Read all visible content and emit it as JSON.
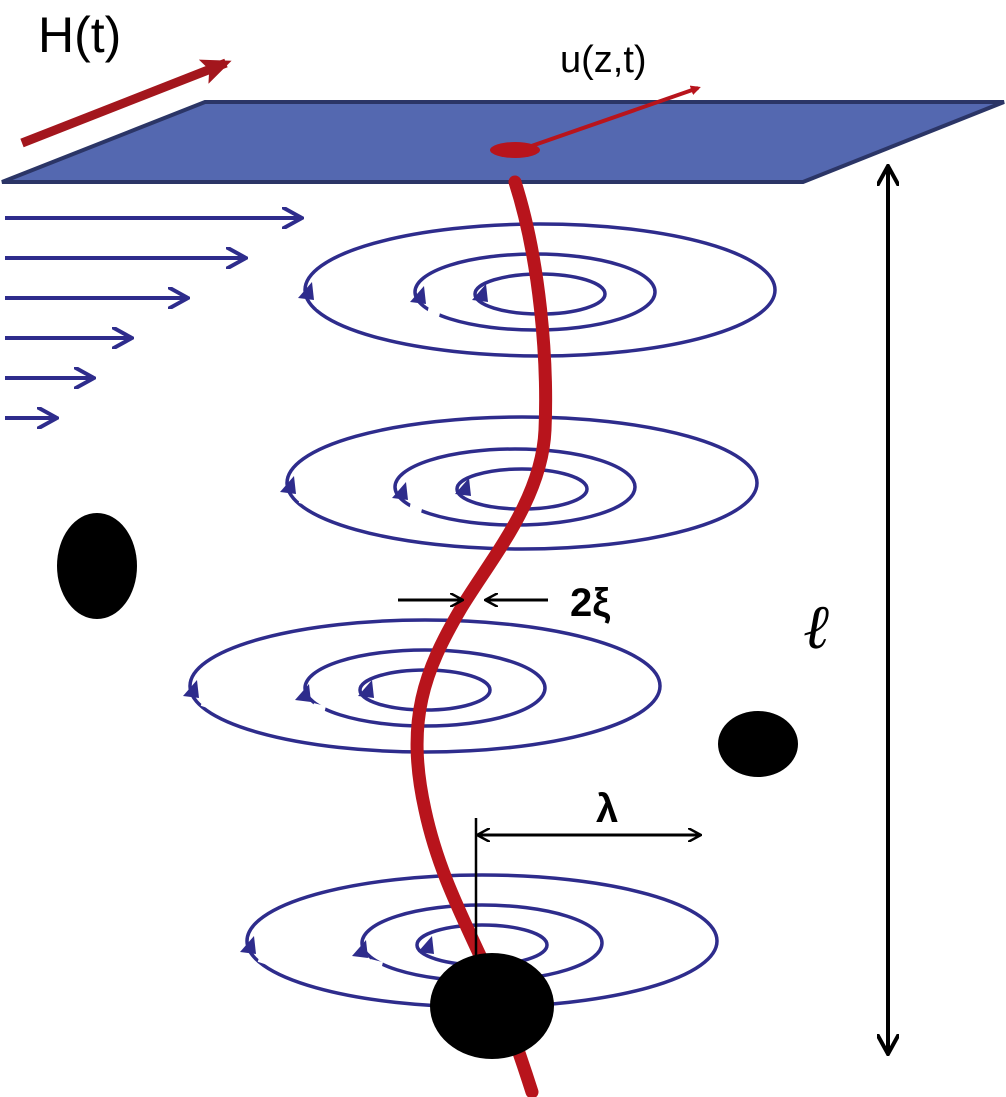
{
  "labels": {
    "field": "H(t)",
    "displacement": "u(z,t)",
    "core_width": "2ξ",
    "penetration_depth": "λ",
    "length": "ℓ"
  },
  "colors": {
    "surface_fill": "#5468b0",
    "surface_stroke": "#2b3566",
    "vortex": "#b8141c",
    "current": "#2e2c8c",
    "pin": "#000000",
    "dimension": "#000000"
  }
}
